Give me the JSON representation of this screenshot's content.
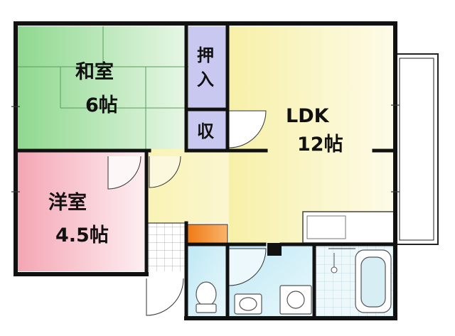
{
  "rooms": {
    "washitsu": {
      "name": "和室",
      "size": "6帖",
      "color": "#8fd88f"
    },
    "youshitsu": {
      "name": "洋室",
      "size": "4.5帖",
      "color": "#f4a6b4"
    },
    "ldk": {
      "name": "LDK",
      "size": "12帖",
      "color": "#fbf5c2"
    },
    "oshiire": {
      "char1": "押",
      "char2": "入",
      "color": "#c9c8f0"
    },
    "shuunou": {
      "char1": "収",
      "color": "#c9c8f0"
    },
    "entrance": {
      "color": "#f6f6f6"
    },
    "wet_area": {
      "color": "#c7ebf5"
    },
    "shoe_box": {
      "color": "#f08a1e"
    }
  },
  "colors": {
    "wall": "#111111",
    "balcony": "#ffffff",
    "hall": "#fbf5c2"
  }
}
